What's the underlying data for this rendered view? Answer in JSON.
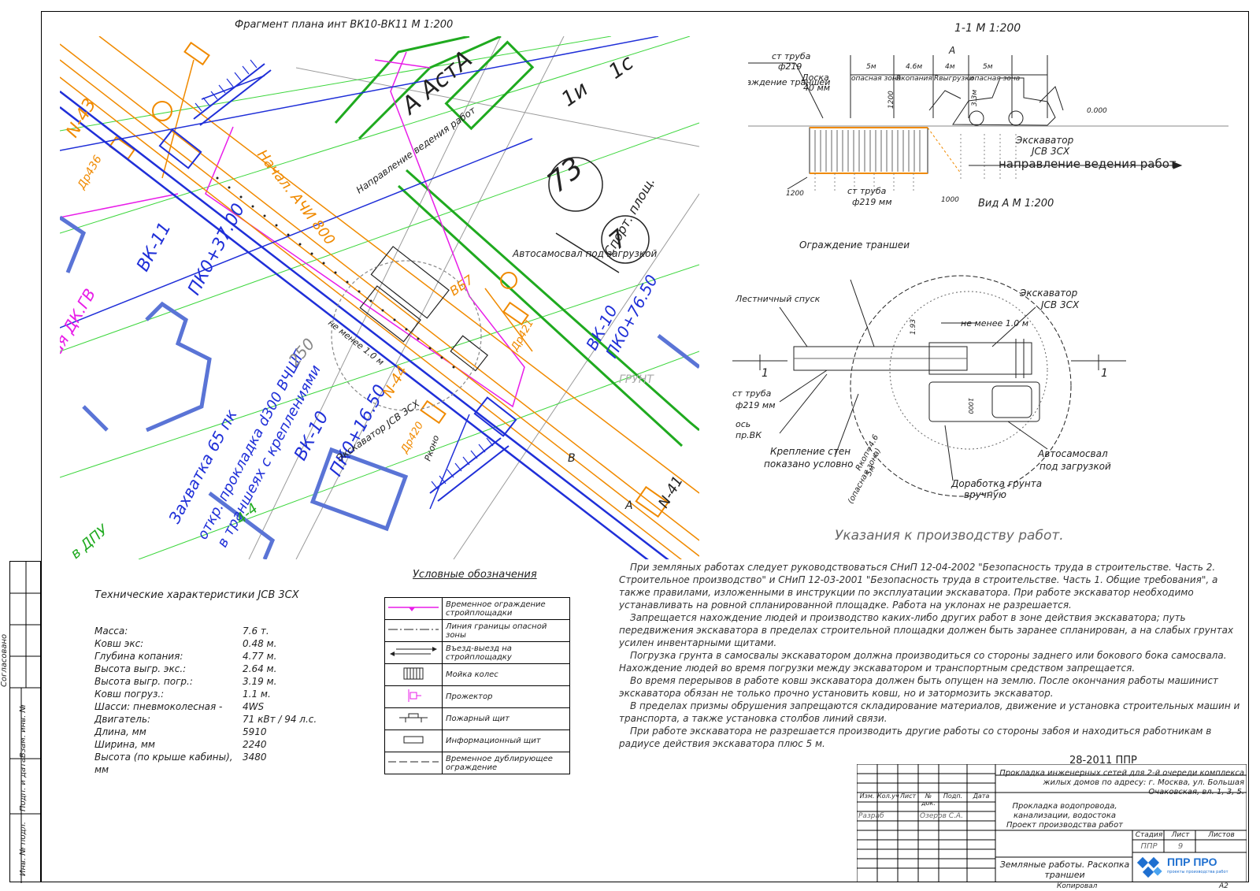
{
  "plan": {
    "title": "Фрагмент плана инт ВК10-ВК11 М 1:200",
    "labels": {
      "n43": "N-43",
      "dr436": "Др436",
      "vk11": "ВК-11",
      "pk_3700": "ПК0+37.00",
      "vk10": "ВК-10",
      "pk_1650": "ПК0+16.50",
      "vk10_right": "ВК-10",
      "pk_7650": "ПК0+76.50",
      "dk_gv": "ая ДК.ГВ",
      "zahvatka": "Захватка 65 пк",
      "otkr": "откр. прокладка d300 ВЧШГ",
      "transh": "в траншеях с креплениями",
      "napravlenie": "Направление ведения работ",
      "avtosamosval": "Автосамосвал под загрузкой",
      "ekskavator_plan": "Экскаватор JCB 3CX",
      "ne_menee": "не менее 1.0 м",
      "n44": "N-44",
      "dr420": "Др420",
      "dr421": "Др421",
      "n41": "N-41",
      "vb7": "ВБ7",
      "sport": "Спорт. площ.",
      "num73": "73",
      "num7": "7",
      "n_1i": "1и",
      "n_1s": "1с",
      "ast": "А АстА",
      "zona": "Рконо",
      "pos_a": "А",
      "pos_b": "В",
      "d250": "250",
      "l4": "4-4",
      "grunt": "ГРУНТ",
      "dpu": "в ДПУ",
      "nach": "Начал. АЧИ 800"
    }
  },
  "section": {
    "title": "1-1 М 1:200",
    "st_truba": "ст труба",
    "d219": "ф219",
    "ograzhd": "Ограждение траншеи",
    "doska": "Доска",
    "doska_40": "40 мм",
    "dim_5m_l": "5м",
    "dim_46": "4.6м",
    "dim_4m": "4м",
    "dim_5m_r": "5м",
    "opasn_l": "опасная зона",
    "rkopania": "Rкопания",
    "rvygruzki": "Rвыгрузки",
    "opasn_r": "опасная зона",
    "mark_a": "А",
    "mark_000": "0.000",
    "dim_1200_v": "1200",
    "dim_33": "3.3м",
    "dim_1200": "1200",
    "dim_1000": "1000",
    "ekskavator": "Экскаватор",
    "jcb": "JCB 3CX",
    "napr": "направление ведения работ",
    "st_truba2": "ст труба",
    "d219mm": "ф219 мм",
    "vid_a": "Вид А М 1:200"
  },
  "viewa": {
    "ograzhd": "Ограждение траншеи",
    "lestn": "Лестничный спуск",
    "ekskavator": "Экскаватор",
    "jcb": "JCB 3CX",
    "ne_menee": "не менее 1.0 м",
    "d193": "1.93",
    "d1000": "1000",
    "st_truba": "ст труба",
    "d219mm": "ф219 мм",
    "os": "ось",
    "pr_vk": "пр.ВК",
    "kreplenie": "Крепление стен",
    "uslovno": "показано условно",
    "rkop": "Rкоп=4.6",
    "pm": "5м",
    "opasn": "(опасная зона)",
    "dorabotka": "Доработка грунта",
    "vruchnuyu": "вручную",
    "avtosamosval": "Автосамосвал",
    "pod_zagr": "под загрузкой",
    "cut_l": "1",
    "cut_r": "1"
  },
  "specs": {
    "title": "Технические характеристики JCB 3CX",
    "rows": [
      {
        "k": "Масса:",
        "v": "7.6 т."
      },
      {
        "k": "Ковш экс:",
        "v": "0.48 м."
      },
      {
        "k": "Глубина копания:",
        "v": "4.77 м."
      },
      {
        "k": "Высота выгр. экс.:",
        "v": "2.64 м."
      },
      {
        "k": "Высота выгр. погр.:",
        "v": "3.19 м."
      },
      {
        "k": "Ковш погруз.:",
        "v": "1.1 м."
      },
      {
        "k": "Шасси: пневмоколесная -",
        "v": "4WS"
      },
      {
        "k": "Двигатель:",
        "v": "71 кВт / 94 л.с."
      },
      {
        "k": "Длина, мм",
        "v": "5910"
      },
      {
        "k": "Ширина, мм",
        "v": "2240"
      },
      {
        "k": "Высота (по крыше кабины), мм",
        "v": "3480"
      }
    ]
  },
  "legend": {
    "title": "Условные обозначения",
    "items": [
      "Временное ограждение стройплощадки",
      "Линия границы опасной зоны",
      "Въезд-выезд на стройплощадку",
      "Мойка колес",
      "Прожектор",
      "Пожарный щит",
      "Информационный щит",
      "Временное дублирующее ограждение"
    ]
  },
  "notes": {
    "title": "Указания к производству работ.",
    "paragraphs": [
      "При земляных работах следует руководствоваться СНиП 12-04-2002 \"Безопасность труда в строительстве. Часть 2. Строительное производство\" и СНиП 12-03-2001 \"Безопасность труда в строительстве. Часть 1. Общие требования\", а также правилами, изложенными в инструкции по эксплуатации экскаватора. При работе экскаватор необходимо устанавливать на ровной спланированной площадке. Работа на уклонах не разрешается.",
      "Запрещается нахождение людей и производство каких-либо других работ в зоне действия экскаватора; путь передвижения экскаватора в пределах строительной площадки должен быть заранее спланирован, а на слабых грунтах усилен инвентарными щитами.",
      "Погрузка грунта в самосвалы экскаватором должна производиться со стороны заднего или бокового бока самосвала. Нахождение людей во время погрузки между экскаватором и транспортным средством запрещается.",
      "Во время перерывов в работе ковш экскаватора должен быть опущен на землю. После окончания работы машинист экскаватора обязан не только прочно установить ковш, но и затормозить экскаватор.",
      "В пределах призмы обрушения запрещаются складирование материалов, движение и установка строительных машин и транспорта, а также установка столбов линий связи.",
      "При работе экскаватора не разрешается производить другие работы со стороны забоя и находиться работникам в радиусе действия экскаватора плюс 5 м."
    ]
  },
  "stamp": {
    "code": "28-2011 ППР",
    "project": "Прокладка инженерных сетей для 2-й очереди комплекса жилых домов по адресу: г. Москва, ул. Большая Очаковская, вл. 1, 3, 5.",
    "headers": [
      "Изм.",
      "Кол.уч",
      "Лист",
      "№ док.",
      "Подп.",
      "Дата"
    ],
    "razrab": "Разраб",
    "author": "Озеров С.А.",
    "section_title": "Прокладка водопровода, канализации, водостока Проект производства работ",
    "stadia_h": "Стадия",
    "list_h": "Лист",
    "listov_h": "Листов",
    "stadia": "ППР",
    "list": "9",
    "listov": "",
    "sheet_title": "Земляные работы. Раскопка траншеи",
    "logo_text": "ППР ПРО",
    "logo_sub": "проекты производства работ",
    "kopiroval": "Копировал",
    "format": "А2"
  },
  "side": {
    "soglasovano": "Согласовано",
    "vzam": "Взам. инв. №",
    "podp": "Подп. и дата",
    "inv": "Инв. № подл."
  },
  "colors": {
    "orange": "#f08a00",
    "blue": "#1f2fd8",
    "lightblue": "#5a74d6",
    "magenta": "#e81ce8",
    "green": "#1faa1f",
    "lightgreen": "#3cd63c",
    "gray": "#888888"
  }
}
